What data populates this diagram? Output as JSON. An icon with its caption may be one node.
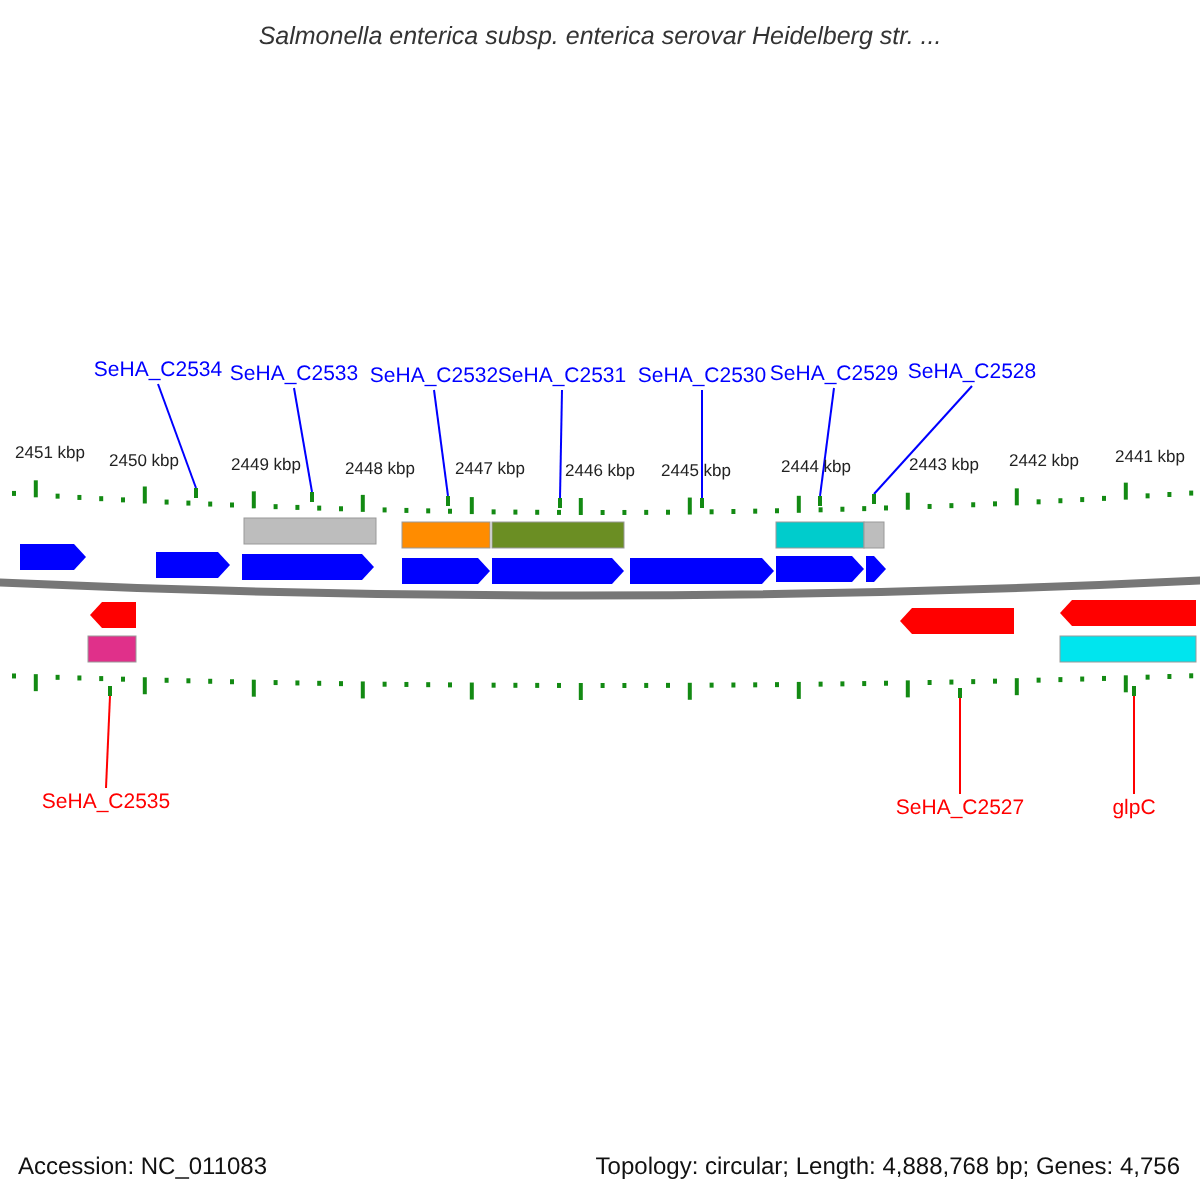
{
  "diagram": {
    "title": "Salmonella enterica subsp. enterica serovar Heidelberg str. ...",
    "nodes": [
      {
        "text": [
          "SeHA_C2534"
        ]
      },
      {
        "text": [
          "SeHA_C2533"
        ]
      },
      {
        "text": [
          "SeHA_C2532"
        ]
      },
      {
        "text": [
          "SeHA_C2531"
        ]
      },
      {
        "text": [
          "SeHA_C2530"
        ]
      },
      {
        "text": [
          "SeHA_C2529"
        ]
      },
      {
        "text": [
          "SeHA_C2528"
        ]
      },
      {
        "text": [
          "SeHA_C2535"
        ]
      },
      {
        "text": [
          "SeHA_C2527"
        ]
      },
      {
        "text": [
          "glpC"
        ]
      },
      {
        "text": [],
        "shape": "bar"
      },
      {
        "text": [],
        "shape": "bar"
      },
      {
        "text": [],
        "shape": "bar"
      },
      {
        "text": [],
        "shape": "bar"
      },
      {
        "text": [],
        "shape": "bar"
      },
      {
        "text": [],
        "shape": "bar"
      },
      {
        "text": [],
        "shape": "bar"
      },
      {
        "text": [],
        "shape": "bar"
      },
      {
        "text": [],
        "shape": "bar"
      },
      {
        "text": [],
        "shape": "bar"
      }
    ],
    "edges": [
      {
        "from": 0,
        "to": 11,
        "arrow": "none"
      },
      {
        "from": 1,
        "to": 12,
        "arrow": "none"
      },
      {
        "from": 2,
        "to": 13,
        "arrow": "none"
      },
      {
        "from": 3,
        "to": 14,
        "arrow": "none"
      },
      {
        "from": 4,
        "to": 15,
        "arrow": "none"
      },
      {
        "from": 5,
        "to": 16,
        "arrow": "none"
      },
      {
        "from": 6,
        "to": 17,
        "arrow": "none"
      },
      {
        "from": 7,
        "to": 10,
        "arrow": "none",
        "color": "#ff0000"
      },
      {
        "from": 8,
        "to": 18,
        "arrow": "none",
        "color": "#ff0000"
      },
      {
        "from": 9,
        "to": 19,
        "arrow": "none",
        "color": "#ff0000"
      }
    ],
    "labels": [
      "2451 kbp",
      "2450 kbp",
      "2449 kbp",
      "2448 kbp",
      "2447 kbp",
      "2446 kbp",
      "2445 kbp",
      "2444 kbp",
      "2443 kbp",
      "2442 kbp",
      "2441 kbp",
      "Accession: NC_011083",
      "Topology: circular; Length: 4,888,768 bp; Genes: 4,756"
    ]
  }
}
